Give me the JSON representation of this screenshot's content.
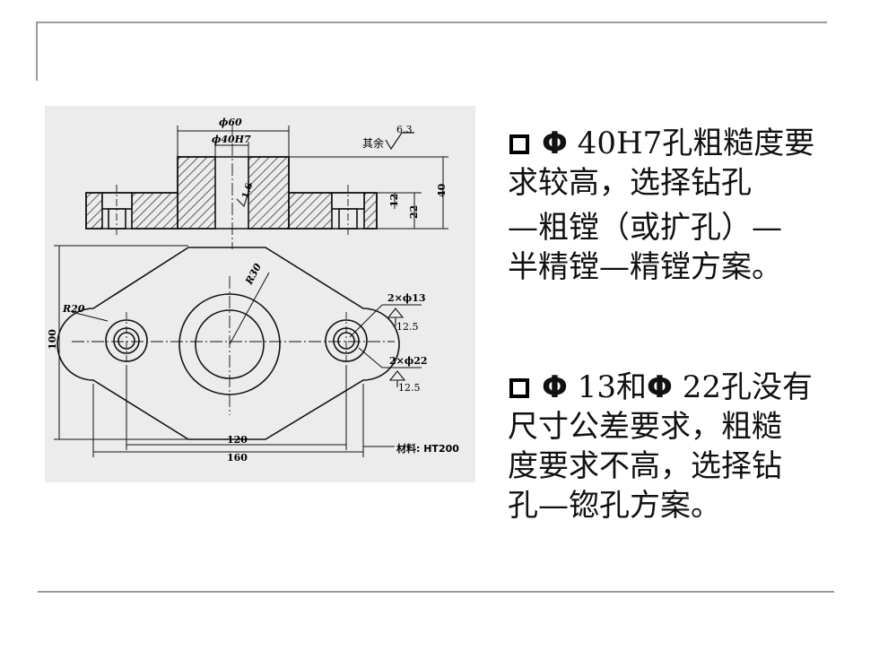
{
  "drawing": {
    "dim_phi60": "ϕ60",
    "dim_phi40h7": "ϕ40H7",
    "rest_label": "其余",
    "rest_roughness": "6.3",
    "dim_40": "40",
    "dim_22": "22",
    "dim_12": "12",
    "roughness_1_6": "1.6",
    "radius_r30": "R30",
    "radius_r20": "R20",
    "hole_2x13": "2×ϕ13",
    "roughness_13": "12.5",
    "hole_2x22": "2×ϕ22",
    "roughness_22": "12.5",
    "dim_100": "100",
    "dim_120": "120",
    "dim_160": "160",
    "material": "材料: HT200"
  },
  "text": {
    "p1_symbol": "Φ",
    "p1_line1": " 40H7孔粗糙度要",
    "p1_line2": "求较高，选择钻孔",
    "p2_line1": "—粗镗（或扩孔）—",
    "p2_line2": "半精镗—精镗方案。",
    "p3_symbol1": "Φ",
    "p3_part1": " 13和",
    "p3_symbol2": "Φ",
    "p3_part2": " 22孔没有",
    "p3_line2": "尺寸公差要求，粗糙",
    "p3_line3": "度要求不高，选择钻",
    "p3_line4": "孔—锪孔方案。"
  }
}
